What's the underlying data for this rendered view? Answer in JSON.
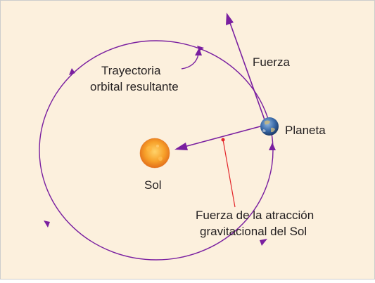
{
  "labels": {
    "trajectory_line1": "Trayectoria",
    "trajectory_line2": "orbital resultante",
    "force": "Fuerza",
    "planet": "Planeta",
    "sun": "Sol",
    "gravity_line1": "Fuerza de la atracción",
    "gravity_line2": "gravitacional del Sol"
  },
  "colors": {
    "background": "#fcf0dd",
    "frame": "#cccccc",
    "orbit_and_arrows": "#7a1fa0",
    "gravity_leader": "#e3262a",
    "sun": "#f39a1e",
    "planet": "#3a6aa8"
  },
  "icons": {
    "sun": "sun-icon",
    "planet": "earth-globe-icon"
  }
}
